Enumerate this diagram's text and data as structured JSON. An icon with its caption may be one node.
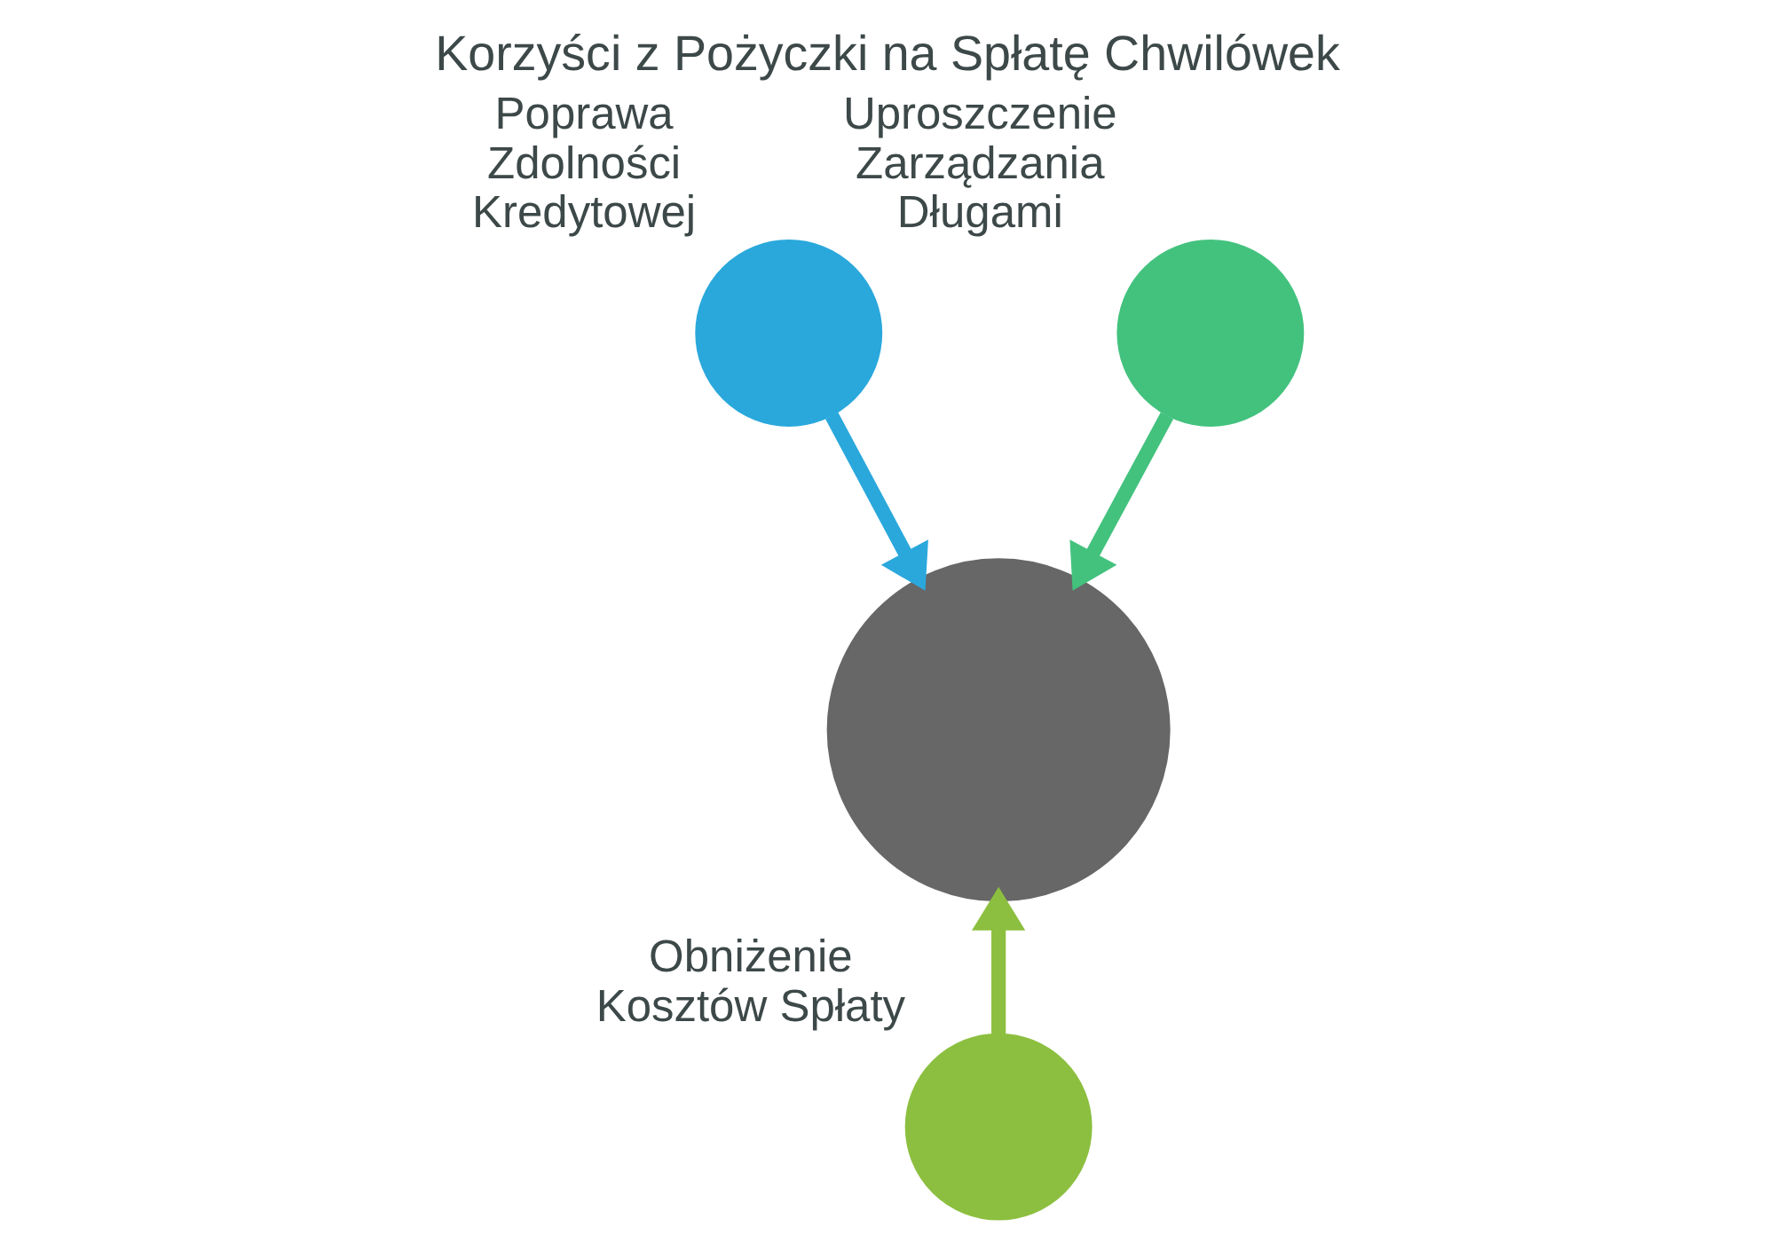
{
  "diagram": {
    "title": "Korzyści z Pożyczki na Spłatę Chwilówek",
    "nodes": [
      {
        "text": [
          "Poprawa Zdolności Kredytowej"
        ]
      },
      {
        "text": [
          "Uproszczenie Zarządzania Długami"
        ]
      },
      {
        "text": [],
        "shape": "circle"
      },
      {
        "text": [
          "Obniżenie Kosztów Spłaty"
        ]
      }
    ],
    "edges": [
      {
        "from": 0,
        "to": 2,
        "arrow": "to",
        "color": "#2aa8dc"
      },
      {
        "from": 1,
        "to": 2,
        "arrow": "to",
        "color": "#43c27e"
      },
      {
        "from": 3,
        "to": 2,
        "arrow": "to",
        "color": "#8cbf3f"
      }
    ]
  }
}
